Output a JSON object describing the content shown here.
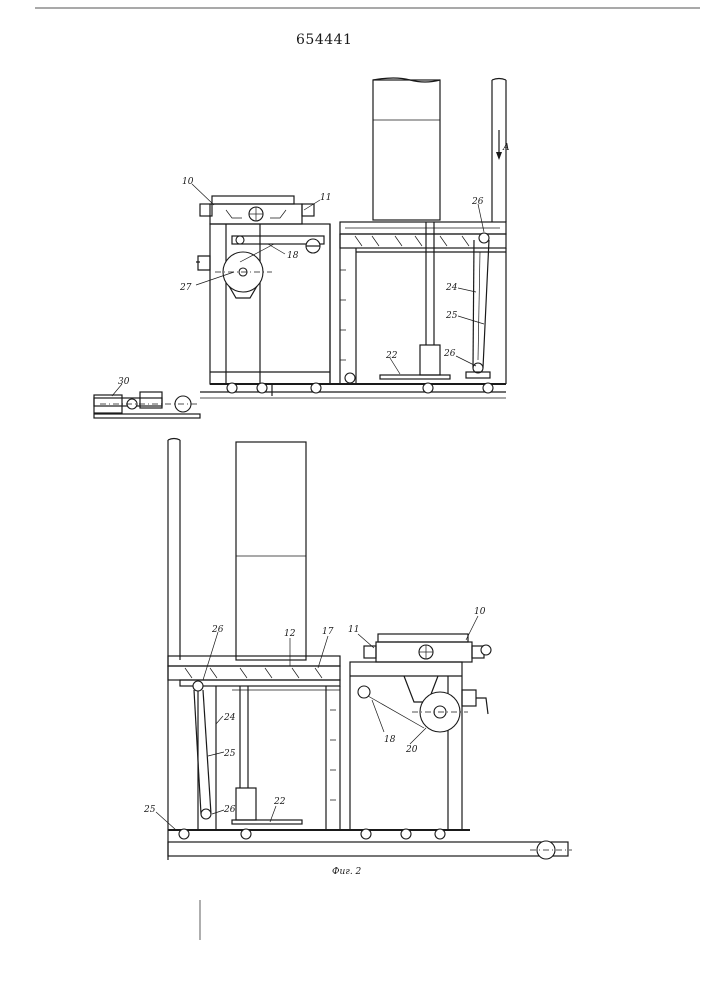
{
  "patent_number": "654441",
  "caption": "Фиг. 2",
  "top_view": {
    "labels": {
      "l10": "10",
      "l11": "11",
      "l26a": "26",
      "l27": "27",
      "l18": "18",
      "l24": "24",
      "l25": "25",
      "l22": "22",
      "l26b": "26",
      "l30": "30",
      "arrowA": "A"
    }
  },
  "bottom_view": {
    "labels": {
      "l26a": "26",
      "l12": "12",
      "l17": "17",
      "l11": "11",
      "l10": "10",
      "l24": "24",
      "l25a": "25",
      "l18": "18",
      "l20": "20",
      "l25b": "25",
      "l26b": "26",
      "l22": "22"
    }
  }
}
